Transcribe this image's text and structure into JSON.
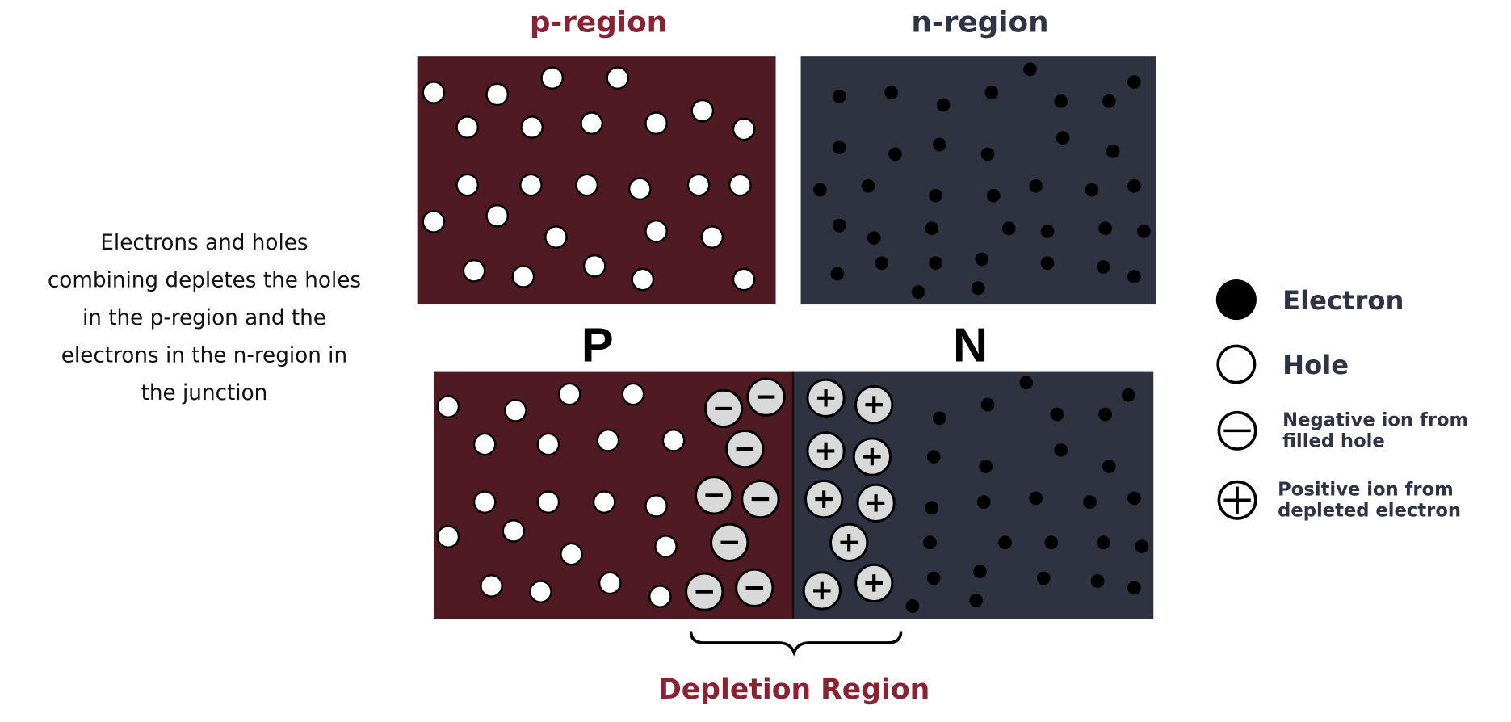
{
  "titles": {
    "p_region": "p-region",
    "n_region": "n-region"
  },
  "labels": {
    "P": "P",
    "N": "N",
    "depletion": "Depletion Region"
  },
  "description_lines": [
    "Electrons and holes",
    "combining depletes the holes",
    "in the p-region and the",
    "electrons in the n-region in",
    "the junction"
  ],
  "legend": {
    "electron": "Electron",
    "hole": "Hole",
    "negative_ion": [
      "Negative ion from",
      "filled hole"
    ],
    "positive_ion": [
      "Positive ion from",
      "depleted electron"
    ]
  },
  "colors": {
    "p_fill": "#4f1a22",
    "n_fill": "#2f3341",
    "accent_red": "#8b2232",
    "accent_navy": "#2e3446",
    "ion_fill": "#d9d9d9"
  }
}
